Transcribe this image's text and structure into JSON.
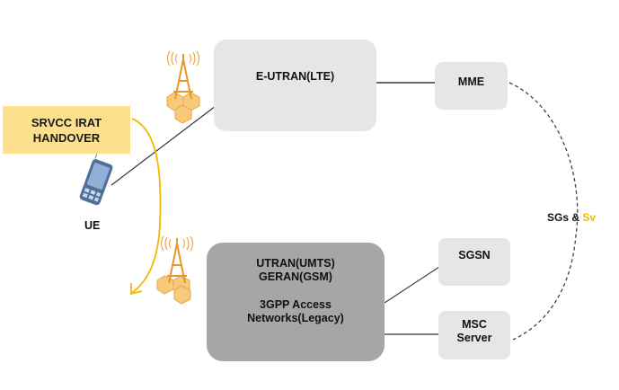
{
  "diagram": {
    "label_box": {
      "line1": "SRVCC IRAT",
      "line2": "HANDOVER",
      "color": "#fde08c"
    },
    "ue": {
      "label": "UE",
      "icon": "mobile-phone-icon"
    },
    "eutran": {
      "label": "E-UTRAN(LTE)",
      "icon": "cell-tower-icon"
    },
    "mme": {
      "label": "MME"
    },
    "legacy": {
      "line1": "UTRAN(UMTS)",
      "line2": "GERAN(GSM)",
      "line3": "3GPP Access",
      "line4": "Networks(Legacy)",
      "icon": "cell-tower-icon"
    },
    "sgsn": {
      "label": "SGSN"
    },
    "msc": {
      "line1": "MSC",
      "line2": "Server"
    },
    "interface": {
      "part1": "SGs & ",
      "part2": "Sv",
      "highlight_color": "#f5b800"
    },
    "colors": {
      "accent_orange": "#e8962a",
      "arrow_yellow": "#f5b800",
      "light_box": "#e6e6e6",
      "dark_box": "#a6a6a6"
    },
    "connections": [
      {
        "from": "UE",
        "to": "E-UTRAN(LTE)",
        "style": "solid"
      },
      {
        "from": "E-UTRAN(LTE)",
        "to": "MME",
        "style": "solid"
      },
      {
        "from": "Legacy",
        "to": "SGSN",
        "style": "solid"
      },
      {
        "from": "Legacy",
        "to": "MSC Server",
        "style": "solid"
      },
      {
        "from": "MME",
        "to": "MSC Server",
        "style": "dashed",
        "label": "SGs & Sv"
      },
      {
        "from": "SRVCC IRAT HANDOVER",
        "to": "Legacy",
        "style": "arrow"
      }
    ]
  }
}
